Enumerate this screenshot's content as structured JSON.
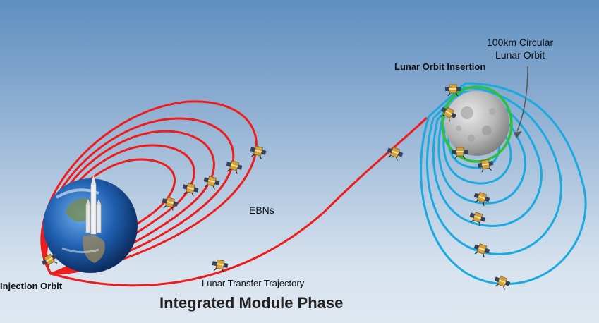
{
  "labels": {
    "circular_orbit": "100km Circular\nLunar Orbit",
    "lunar_orbit_insertion": "Lunar Orbit Insertion",
    "ebns": "EBNs",
    "injection_orbit": "Injection Orbit",
    "lunar_transfer_trajectory": "Lunar Transfer Trajectory",
    "title": "Integrated Module Phase"
  },
  "colors": {
    "earth_orbits": "#ef1c1c",
    "transfer_trajectory": "#ef1c1c",
    "lunar_orbits": "#1aaae0",
    "circular_orbit": "#2fbf3a"
  },
  "icons": [
    "earth-globe",
    "launch-rocket",
    "moon",
    "spacecraft"
  ]
}
